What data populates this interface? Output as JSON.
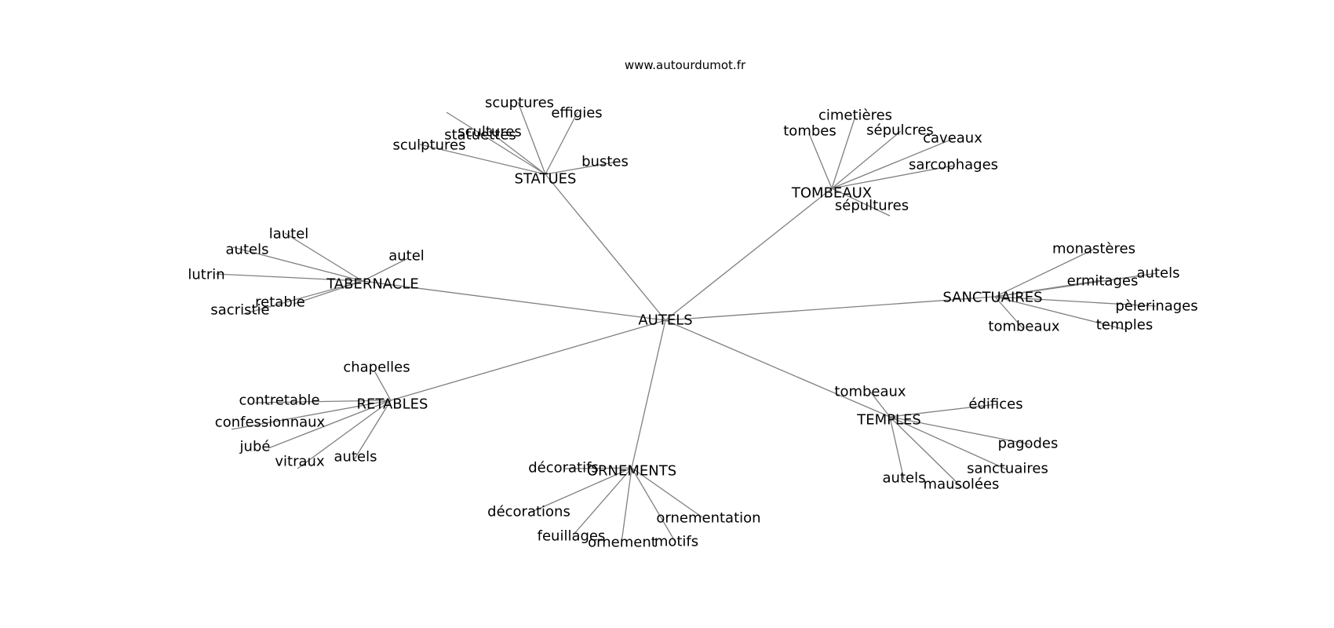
{
  "header": {
    "source": "www.autourdumot.fr"
  },
  "graph": {
    "center": {
      "label": "AUTELS"
    },
    "clusters": [
      {
        "label": "STATUES",
        "words": [
          "sculptures",
          "statuettes",
          "scultures",
          "scuptures",
          "effigies",
          "bustes"
        ]
      },
      {
        "label": "TOMBEAUX",
        "words": [
          "tombes",
          "cimetières",
          "sépulcres",
          "caveaux",
          "sarcophages",
          "sépultures"
        ]
      },
      {
        "label": "TABERNACLE",
        "words": [
          "lautel",
          "autels",
          "lutrin",
          "sacristie",
          "retable",
          "autel"
        ]
      },
      {
        "label": "SANCTUAIRES",
        "words": [
          "monastères",
          "ermitages",
          "autels",
          "pèlerinages",
          "temples",
          "tombeaux"
        ]
      },
      {
        "label": "RETABLES",
        "words": [
          "chapelles",
          "contretable",
          "confessionnaux",
          "jubé",
          "vitraux",
          "autels"
        ]
      },
      {
        "label": "TEMPLES",
        "words": [
          "tombeaux",
          "édifices",
          "pagodes",
          "sanctuaires",
          "mausolées",
          "autels"
        ]
      },
      {
        "label": "ORNEMENTS",
        "words": [
          "décoratifs",
          "décorations",
          "feuillages",
          "ornement",
          "motifs",
          "ornementation"
        ]
      }
    ]
  }
}
